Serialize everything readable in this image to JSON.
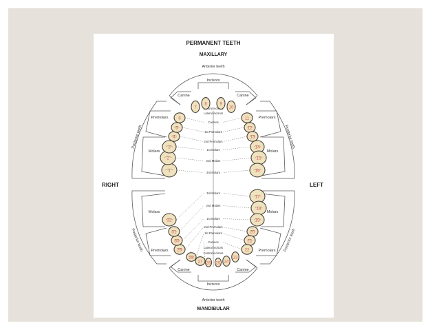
{
  "diagram": {
    "title": "PERMANENT TEETH",
    "upper_arch": "MAXILLARY",
    "lower_arch": "MANDIBULAR",
    "side_right": "RIGHT",
    "side_left": "LEFT",
    "labels": {
      "anterior": "Anterior teeth",
      "posterior": "Posterior teeth",
      "incisors": "Incisors",
      "canine": "Canine",
      "premolars": "Premolars",
      "molars": "Molars",
      "central_incisors": "Central incisors",
      "lateral_incisors": "Lateral incisors",
      "canines": "Canines",
      "first_premolars": "1st Premolars",
      "second_premolars": "2nd Premolars",
      "first_molars": "1st Molars",
      "second_molars": "2nd Molars",
      "third_molars": "3rd Molars"
    },
    "colors": {
      "tooth_fill": "#efe2bf",
      "tooth_stroke": "#4a4037",
      "number": "#d85858",
      "frame_bg": "#e6e2db"
    },
    "maxillary_teeth": [
      {
        "number": "1",
        "type": "molar"
      },
      {
        "number": "2",
        "type": "molar"
      },
      {
        "number": "3",
        "type": "molar"
      },
      {
        "number": "4",
        "type": "premolar"
      },
      {
        "number": "5",
        "type": "premolar"
      },
      {
        "number": "6",
        "type": "canine"
      },
      {
        "number": "7",
        "type": "incisor"
      },
      {
        "number": "8",
        "type": "incisor"
      },
      {
        "number": "9",
        "type": "incisor"
      },
      {
        "number": "10",
        "type": "incisor"
      },
      {
        "number": "11",
        "type": "canine"
      },
      {
        "number": "12",
        "type": "premolar"
      },
      {
        "number": "13",
        "type": "premolar"
      },
      {
        "number": "14",
        "type": "molar"
      },
      {
        "number": "15",
        "type": "molar"
      },
      {
        "number": "16",
        "type": "molar"
      }
    ],
    "mandibular_teeth": [
      {
        "number": "17",
        "type": "molar"
      },
      {
        "number": "18",
        "type": "molar"
      },
      {
        "number": "19",
        "type": "molar"
      },
      {
        "number": "20",
        "type": "premolar"
      },
      {
        "number": "21",
        "type": "premolar"
      },
      {
        "number": "22",
        "type": "canine"
      },
      {
        "number": "23",
        "type": "incisor"
      },
      {
        "number": "24",
        "type": "incisor"
      },
      {
        "number": "25",
        "type": "incisor"
      },
      {
        "number": "26",
        "type": "incisor"
      },
      {
        "number": "27",
        "type": "canine"
      },
      {
        "number": "28",
        "type": "premolar"
      },
      {
        "number": "29",
        "type": "premolar"
      },
      {
        "number": "30",
        "type": "molar"
      },
      {
        "number": "31",
        "type": "molar"
      },
      {
        "number": "32",
        "type": "molar"
      }
    ]
  }
}
